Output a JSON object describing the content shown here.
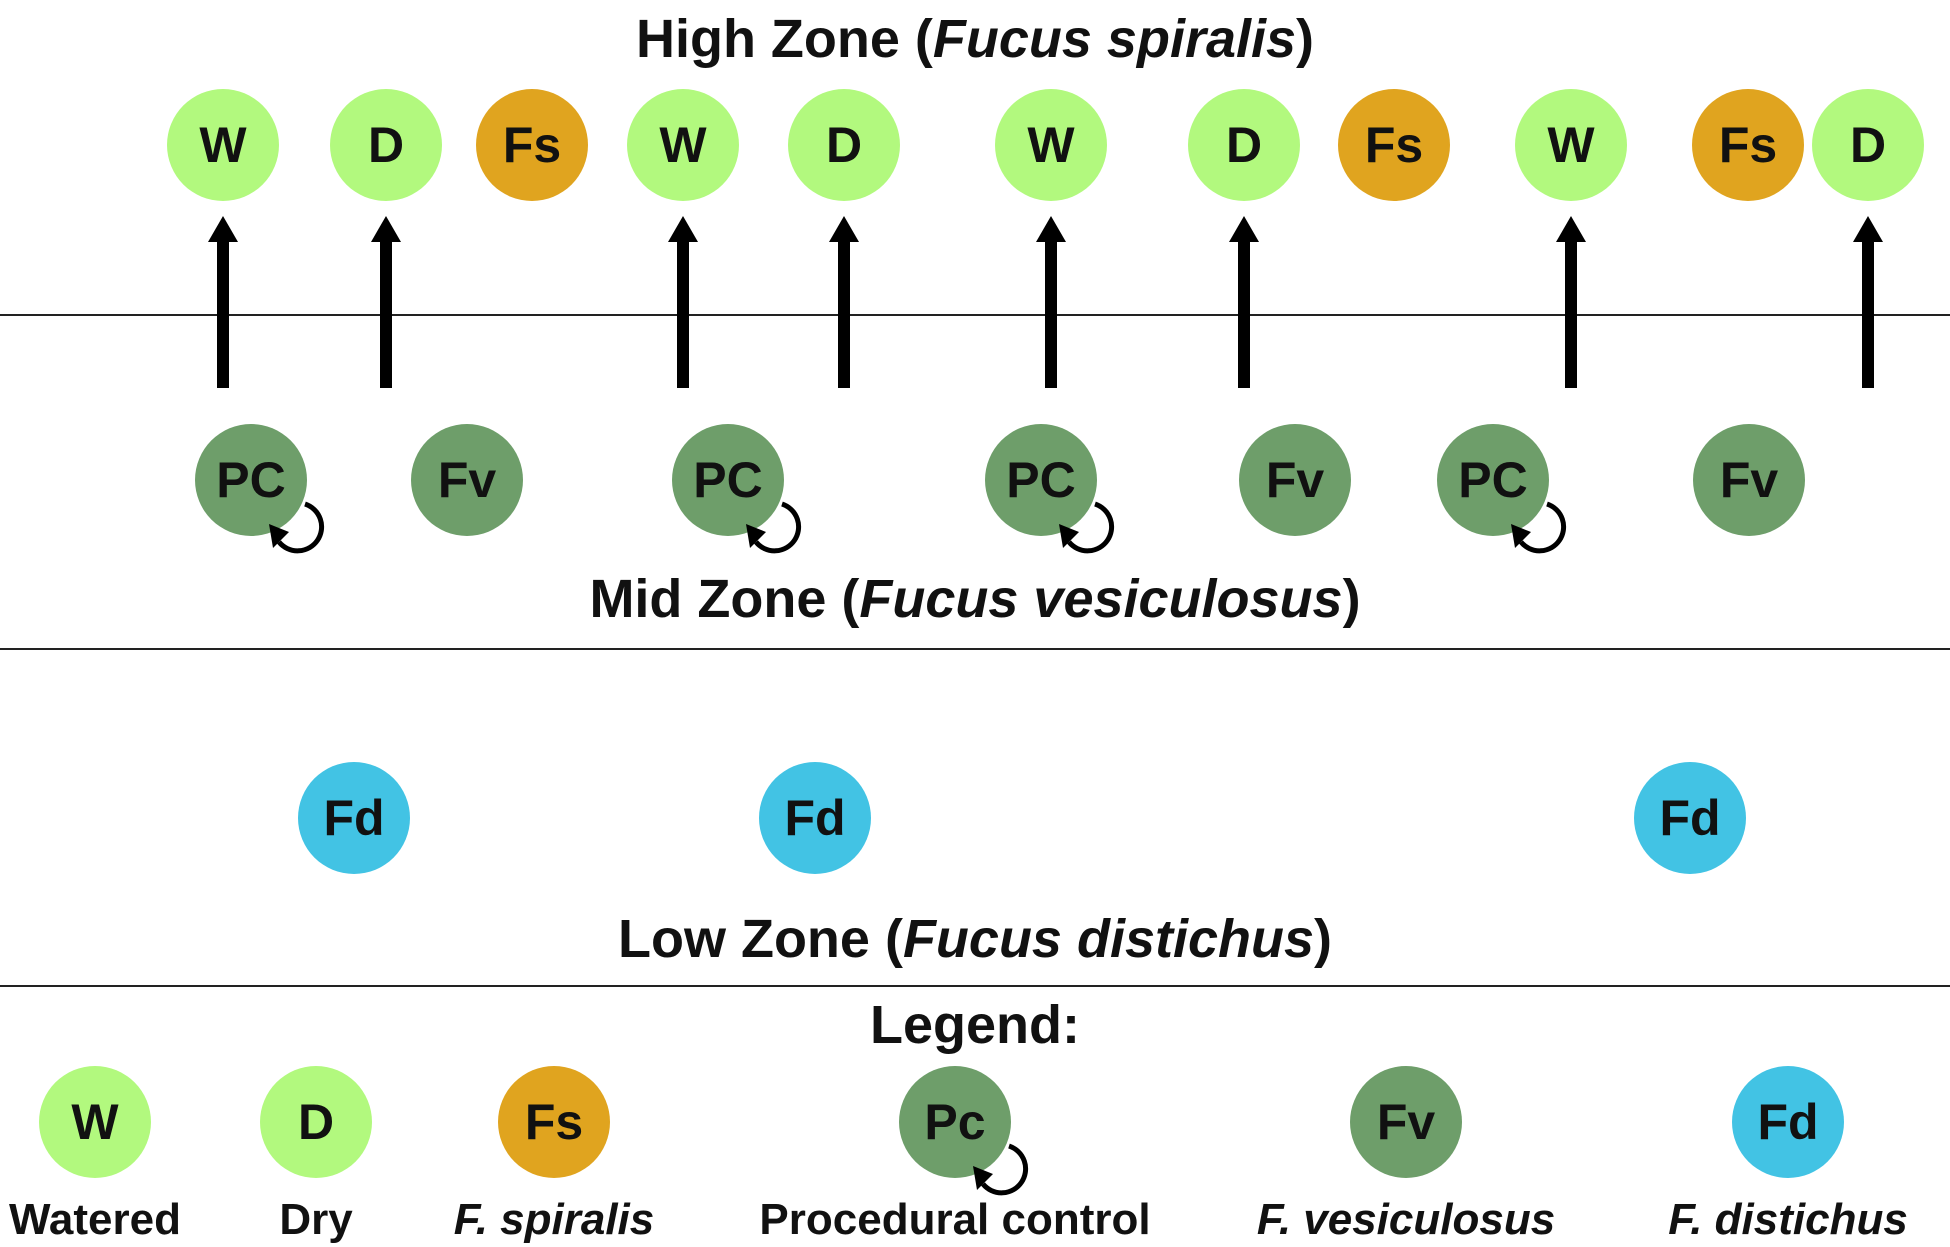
{
  "zones": {
    "high": {
      "prefix": "High Zone (",
      "species": "Fucus spiralis",
      "suffix": ")"
    },
    "mid": {
      "prefix": "Mid Zone (",
      "species": "Fucus vesiculosus",
      "suffix": ")"
    },
    "low": {
      "prefix": "Low Zone (",
      "species": "Fucus distichus",
      "suffix": ")"
    }
  },
  "legend_title": "Legend:",
  "colors": {
    "W": "#b2f97e",
    "D": "#b2f97e",
    "Fs": "#e0a41f",
    "PC": "#6e9e6a",
    "Pc": "#6e9e6a",
    "Fv": "#6e9e6a",
    "Fd": "#42c3e4"
  },
  "high_row": [
    "W",
    "D",
    "Fs",
    "W",
    "D",
    "W",
    "D",
    "Fs",
    "W",
    "Fs",
    "D"
  ],
  "mid_row": [
    "PC",
    "Fv",
    "PC",
    "PC",
    "Fv",
    "PC",
    "Fv"
  ],
  "low_row": [
    "Fd",
    "Fd",
    "Fd"
  ],
  "legend": [
    {
      "code": "W",
      "label": "Watered",
      "italic": false
    },
    {
      "code": "D",
      "label": "Dry",
      "italic": false
    },
    {
      "code": "Fs",
      "label": "F. spiralis",
      "italic": true
    },
    {
      "code": "Pc",
      "label": "Procedural control",
      "italic": false
    },
    {
      "code": "Fv",
      "label": "F. vesiculosus",
      "italic": true
    },
    {
      "code": "Fd",
      "label": "F. distichus",
      "italic": true
    }
  ]
}
